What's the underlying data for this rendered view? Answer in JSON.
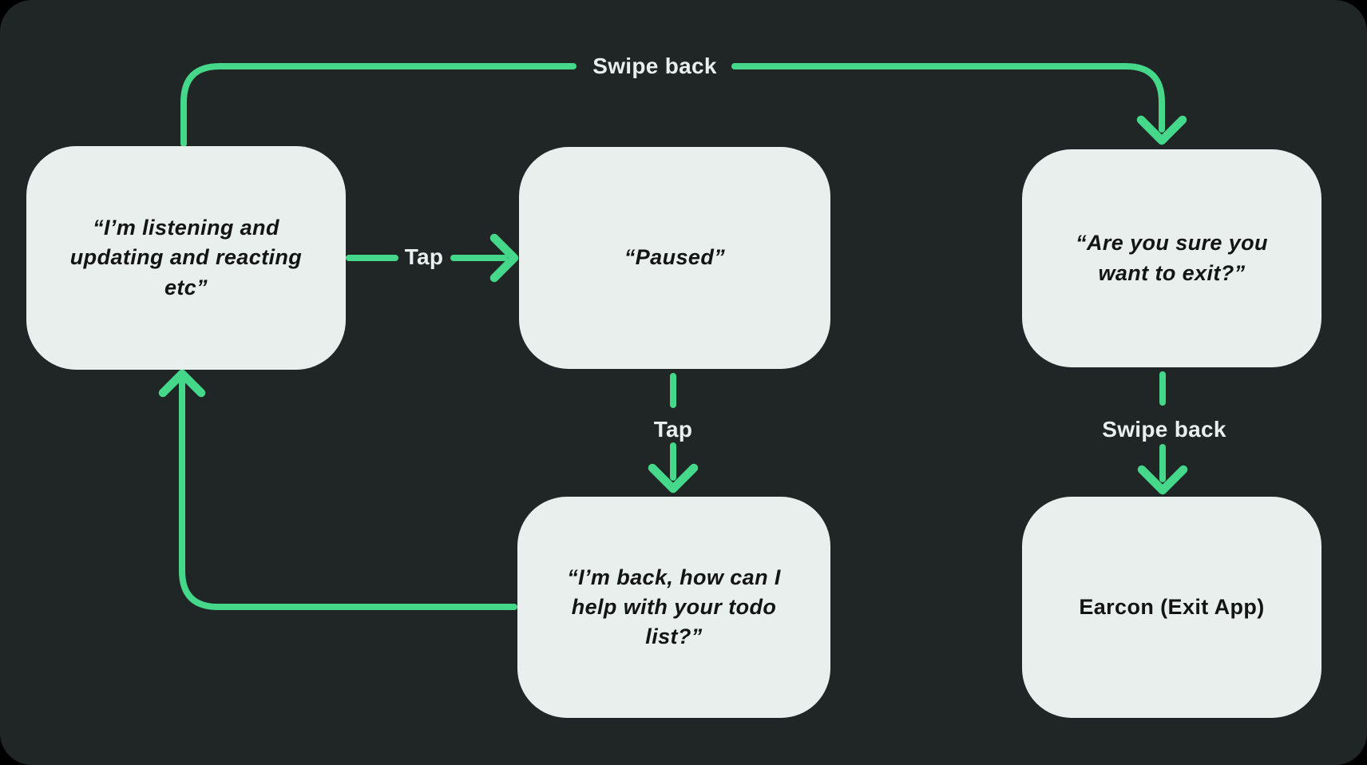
{
  "diagram": {
    "type": "flowchart",
    "description": "Voice assistant state flow diagram on dark background"
  },
  "colors": {
    "page_background": "#000000",
    "panel_background": "#1f2625",
    "node_fill": "#e8efec",
    "node_text": "#121513",
    "arrow": "#45d88a",
    "label_text": "#e8efec"
  },
  "nodes": [
    {
      "id": "listening",
      "text": "“I’m listening and updating and reacting etc”"
    },
    {
      "id": "paused",
      "text": "“Paused”"
    },
    {
      "id": "exit-confirm",
      "text": "“Are you sure you want to exit?”"
    },
    {
      "id": "back-help",
      "text": "“I’m back, how can I help with your todo list?”"
    },
    {
      "id": "earcon",
      "text": "Earcon (Exit App)"
    }
  ],
  "edges": [
    {
      "from": "listening",
      "to": "exit-confirm",
      "label": "Swipe back"
    },
    {
      "from": "listening",
      "to": "paused",
      "label": "Tap"
    },
    {
      "from": "paused",
      "to": "back-help",
      "label": "Tap"
    },
    {
      "from": "back-help",
      "to": "listening",
      "label": ""
    },
    {
      "from": "exit-confirm",
      "to": "earcon",
      "label": "Swipe back"
    }
  ]
}
